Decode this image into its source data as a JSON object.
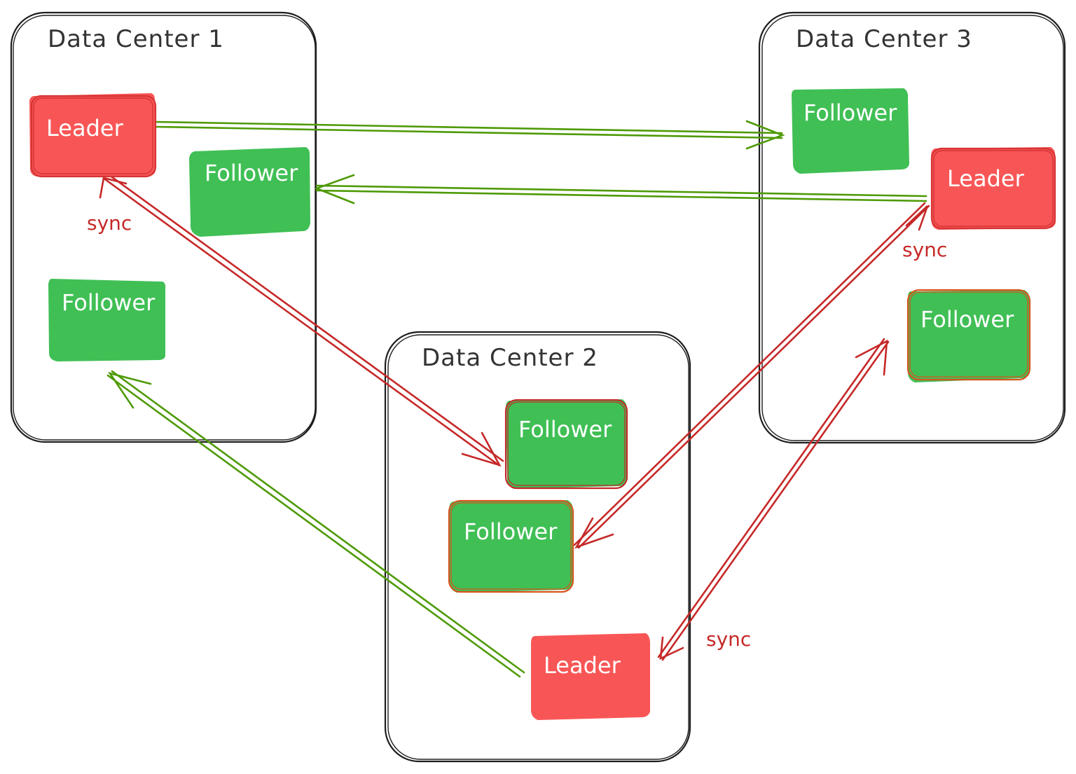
{
  "colors": {
    "leader_fill": "#f85656",
    "leader_stroke": "#d63434",
    "follower_fill": "#40bf55",
    "follower_outline_red": "#c62828",
    "follower_outline_orange": "#d9531e",
    "sync_arrow": "#c62828",
    "replication_arrow": "#4e9a06",
    "container_stroke": "#1e1e1e",
    "text_dark": "#333333"
  },
  "data_centers": {
    "dc1": {
      "title": "Data Center 1",
      "leader": "Leader",
      "follower_a": "Follower",
      "follower_b": "Follower"
    },
    "dc2": {
      "title": "Data Center 2",
      "follower_a": "Follower",
      "follower_b": "Follower",
      "leader": "Leader"
    },
    "dc3": {
      "title": "Data Center 3",
      "follower_a": "Follower",
      "leader": "Leader",
      "follower_b": "Follower"
    }
  },
  "labels": {
    "sync_dc1": "sync",
    "sync_dc3": "sync",
    "sync_dc2": "sync"
  }
}
